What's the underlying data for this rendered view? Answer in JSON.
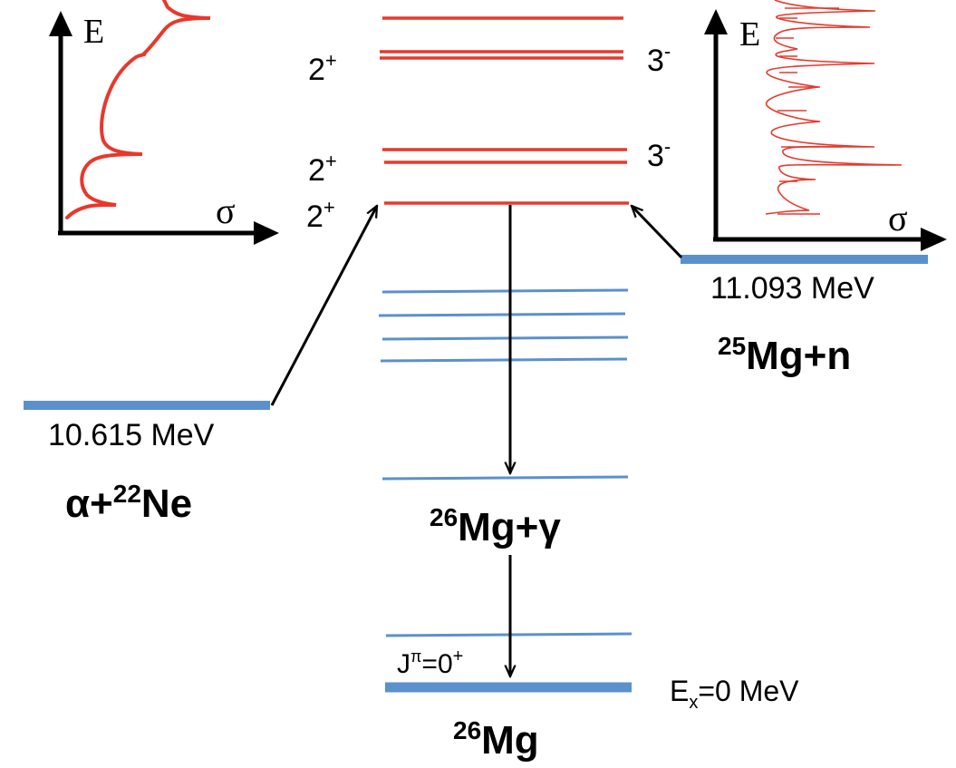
{
  "colors": {
    "resonance_level": "#e8382c",
    "bound_level": "#5a91cc",
    "threshold_bar": "#5a91cc",
    "arrow": "#000000"
  },
  "left_plot": {
    "y_axis_label": "E",
    "x_axis_label": "σ"
  },
  "right_plot": {
    "y_axis_label": "E",
    "x_axis_label": "σ"
  },
  "spin_labels_left": {
    "top": {
      "base": "2",
      "sup": "+"
    },
    "middle": {
      "base": "2",
      "sup": "+"
    },
    "bottom": {
      "base": "2",
      "sup": "+"
    }
  },
  "spin_labels_right": {
    "top": {
      "base": "3",
      "sup": "-"
    },
    "middle": {
      "base": "3",
      "sup": "-"
    }
  },
  "alpha_channel": {
    "energy": "10.615 MeV",
    "projectile": "α+",
    "mass_number": "22",
    "target": "Ne"
  },
  "neutron_channel": {
    "energy": "11.093 MeV",
    "mass_number": "25",
    "target": "Mg+n"
  },
  "gamma_channel": {
    "mass_number": "26",
    "label": "Mg+γ"
  },
  "ground_state": {
    "spin_prefix": "J",
    "spin_sup": "π",
    "spin_value": "=0",
    "parity_sup": "+",
    "ex_prefix": "E",
    "ex_sub": "x",
    "ex_value": "=0 MeV",
    "mass_number": "26",
    "nucleus": "Mg"
  }
}
